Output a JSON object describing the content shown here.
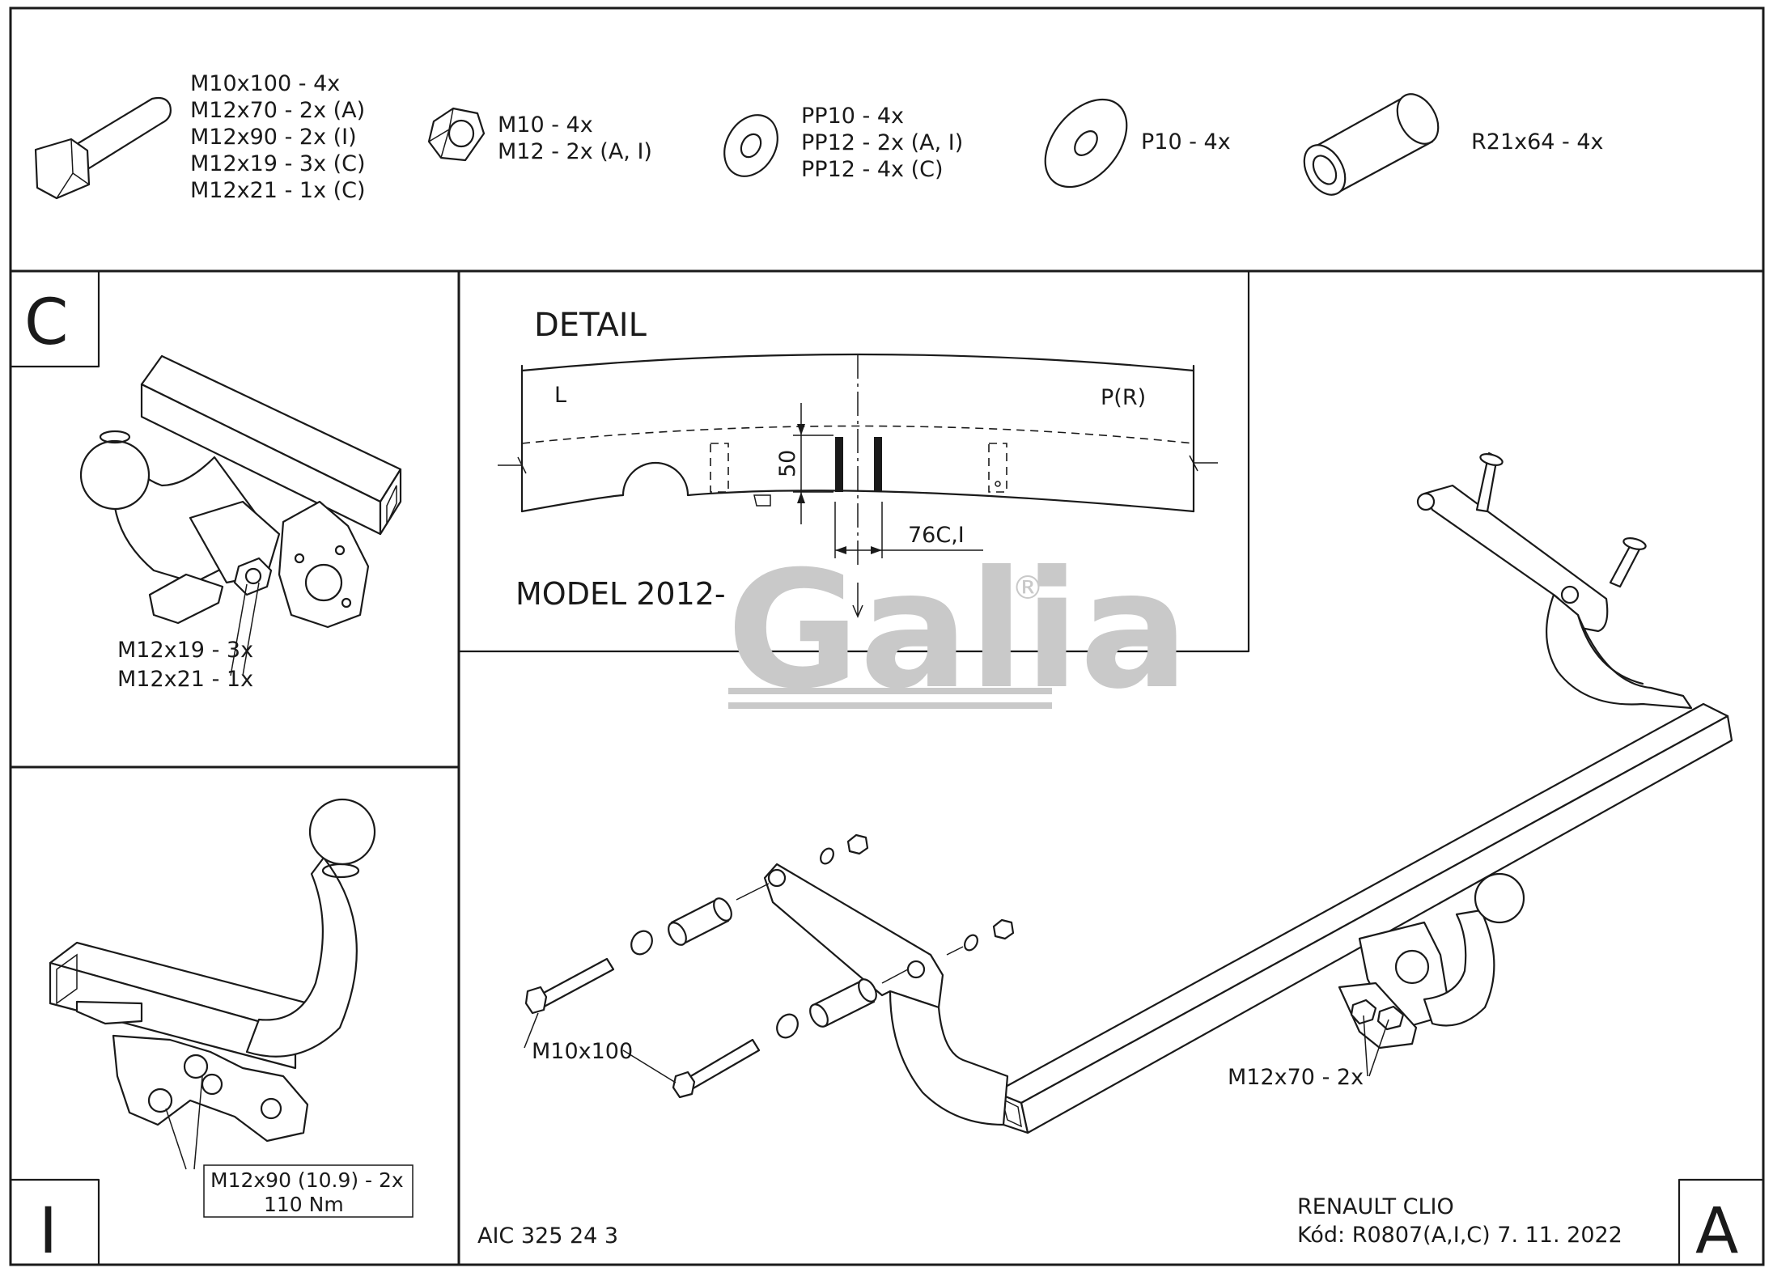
{
  "parts": {
    "bolt": [
      "M10x100 - 4x",
      "M12x70 - 2x (A)",
      "M12x90 - 2x (I)",
      "M12x19 - 3x (C)",
      "M12x21 - 1x (C)"
    ],
    "nut": [
      "M10 - 4x",
      "M12 - 2x (A, I)"
    ],
    "spring_washer": [
      "PP10 - 4x",
      "PP12 - 2x (A, I)",
      "PP12 - 4x (C)"
    ],
    "washer": [
      "P10 - 4x"
    ],
    "spacer": [
      "R21x64 - 4x"
    ]
  },
  "panel_c": {
    "letter": "C",
    "labels": [
      "M12x19 - 3x",
      "M12x21 - 1x"
    ]
  },
  "panel_i": {
    "letter": "I",
    "labels": [
      "M12x90 (10.9) - 2x",
      "110 Nm"
    ]
  },
  "detail": {
    "title": "DETAIL",
    "left": "L",
    "right": "P(R)",
    "dim_height": "50",
    "dim_width": "76C,I",
    "model": "MODEL 2012-"
  },
  "watermark": {
    "text": "Galia",
    "mark": "®"
  },
  "panel_a": {
    "letter": "A",
    "label_m10": "M10x100",
    "label_m12": "M12x70 - 2x"
  },
  "footer": {
    "code_left": "AIC 325 24 3",
    "vehicle": "RENAULT CLIO",
    "code_right": "Kód: R0807(A,I,C)  7. 11. 2022"
  }
}
